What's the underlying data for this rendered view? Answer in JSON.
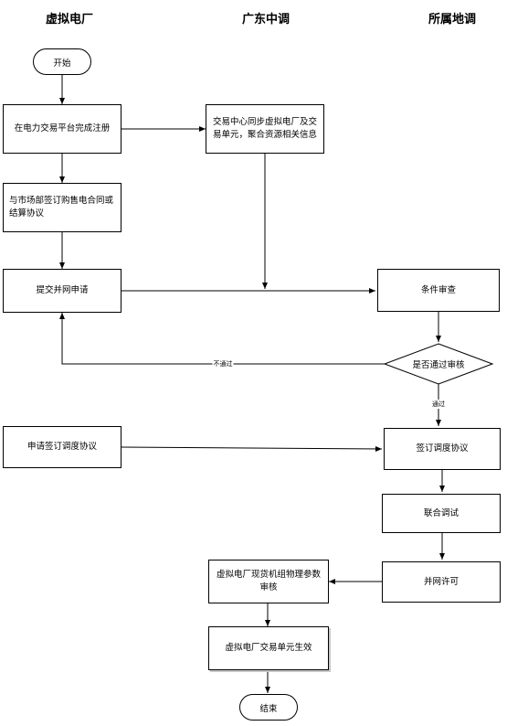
{
  "lanes": {
    "vpp": "虚拟电厂",
    "guangdong": "广东中调",
    "local": "所属地调"
  },
  "nodes": {
    "start": "开始",
    "register": "在电力交易平台完成注册",
    "sync": "交易中心同步虚拟电厂及交易单元，聚合资源相关信息",
    "contract": "与市场部签订购售电合同或结算协议",
    "submit": "提交并网申请",
    "review": "条件审查",
    "decision": "是否通过审核",
    "apply_dispatch": "申请签订调度协议",
    "sign_dispatch": "签订调度协议",
    "joint_debug": "联合调试",
    "grid_permit": "并网许可",
    "param_review": "虚拟电厂现货机组物理参数审核",
    "effective": "虚拟电厂交易单元生效",
    "end": "结束"
  },
  "edge_labels": {
    "fail": "不通过",
    "pass": "通过"
  }
}
